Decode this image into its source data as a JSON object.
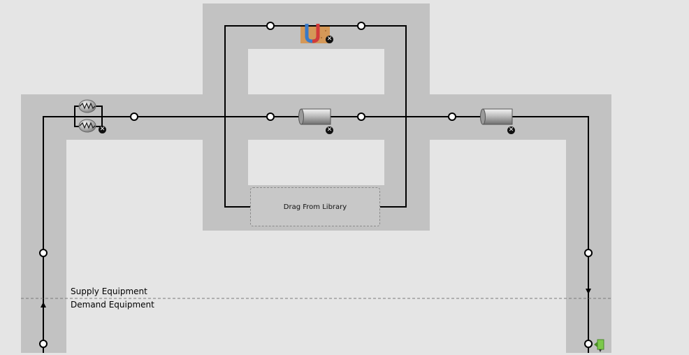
{
  "divider": {
    "supply_label": "Supply Equipment",
    "demand_label": "Demand Equipment"
  },
  "drop_zone": {
    "label": "Drag From Library"
  },
  "components": [
    {
      "name": "ground-heat-exchanger-icon"
    },
    {
      "name": "pipe-icon"
    },
    {
      "name": "pipe-icon"
    },
    {
      "name": "heater-icon"
    }
  ],
  "remove_glyph": "✕",
  "colors": {
    "background": "#e5e5e5",
    "loop_band": "#c2c2c2",
    "line": "#000000",
    "node_fill": "#ffffff"
  }
}
